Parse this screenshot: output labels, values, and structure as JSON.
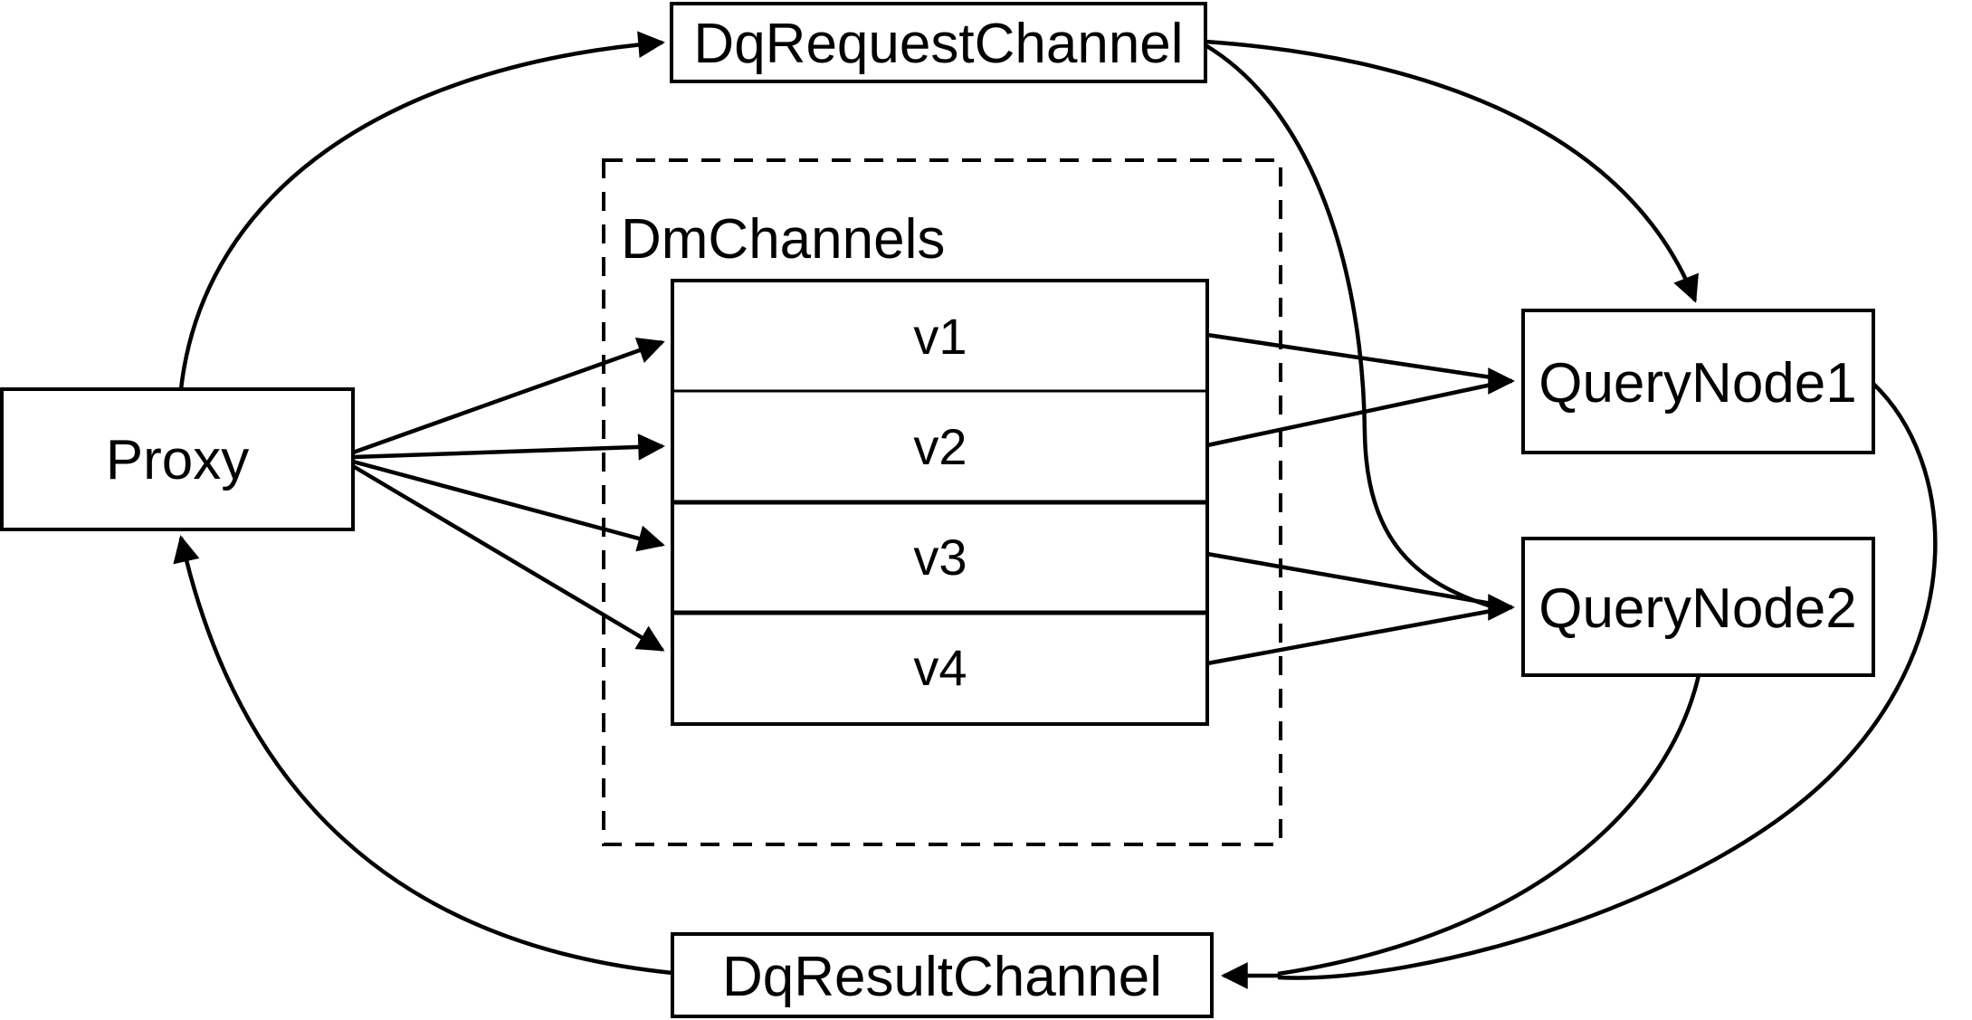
{
  "diagram": {
    "background_color": "#ffffff",
    "line_color": "#000000",
    "nodes": {
      "proxy": {
        "label": "Proxy"
      },
      "dq_request_channel": {
        "label": "DqRequestChannel"
      },
      "dm_channels_group": {
        "label": "DmChannels"
      },
      "v1": {
        "label": "v1"
      },
      "v2": {
        "label": "v2"
      },
      "v3": {
        "label": "v3"
      },
      "v4": {
        "label": "v4"
      },
      "query_node_1": {
        "label": "QueryNode1"
      },
      "query_node_2": {
        "label": "QueryNode2"
      },
      "dq_result_channel": {
        "label": "DqResultChannel"
      }
    },
    "edges": [
      {
        "from": "Proxy",
        "to": "DqRequestChannel"
      },
      {
        "from": "Proxy",
        "to": "v1"
      },
      {
        "from": "Proxy",
        "to": "v2"
      },
      {
        "from": "Proxy",
        "to": "v3"
      },
      {
        "from": "Proxy",
        "to": "v4"
      },
      {
        "from": "v1",
        "to": "QueryNode1"
      },
      {
        "from": "v2",
        "to": "QueryNode1"
      },
      {
        "from": "v3",
        "to": "QueryNode2"
      },
      {
        "from": "v4",
        "to": "QueryNode2"
      },
      {
        "from": "DqRequestChannel",
        "to": "QueryNode1"
      },
      {
        "from": "DqRequestChannel",
        "to": "QueryNode2"
      },
      {
        "from": "QueryNode1",
        "to": "DqResultChannel"
      },
      {
        "from": "QueryNode2",
        "to": "DqResultChannel"
      },
      {
        "from": "DqResultChannel",
        "to": "Proxy"
      }
    ]
  }
}
